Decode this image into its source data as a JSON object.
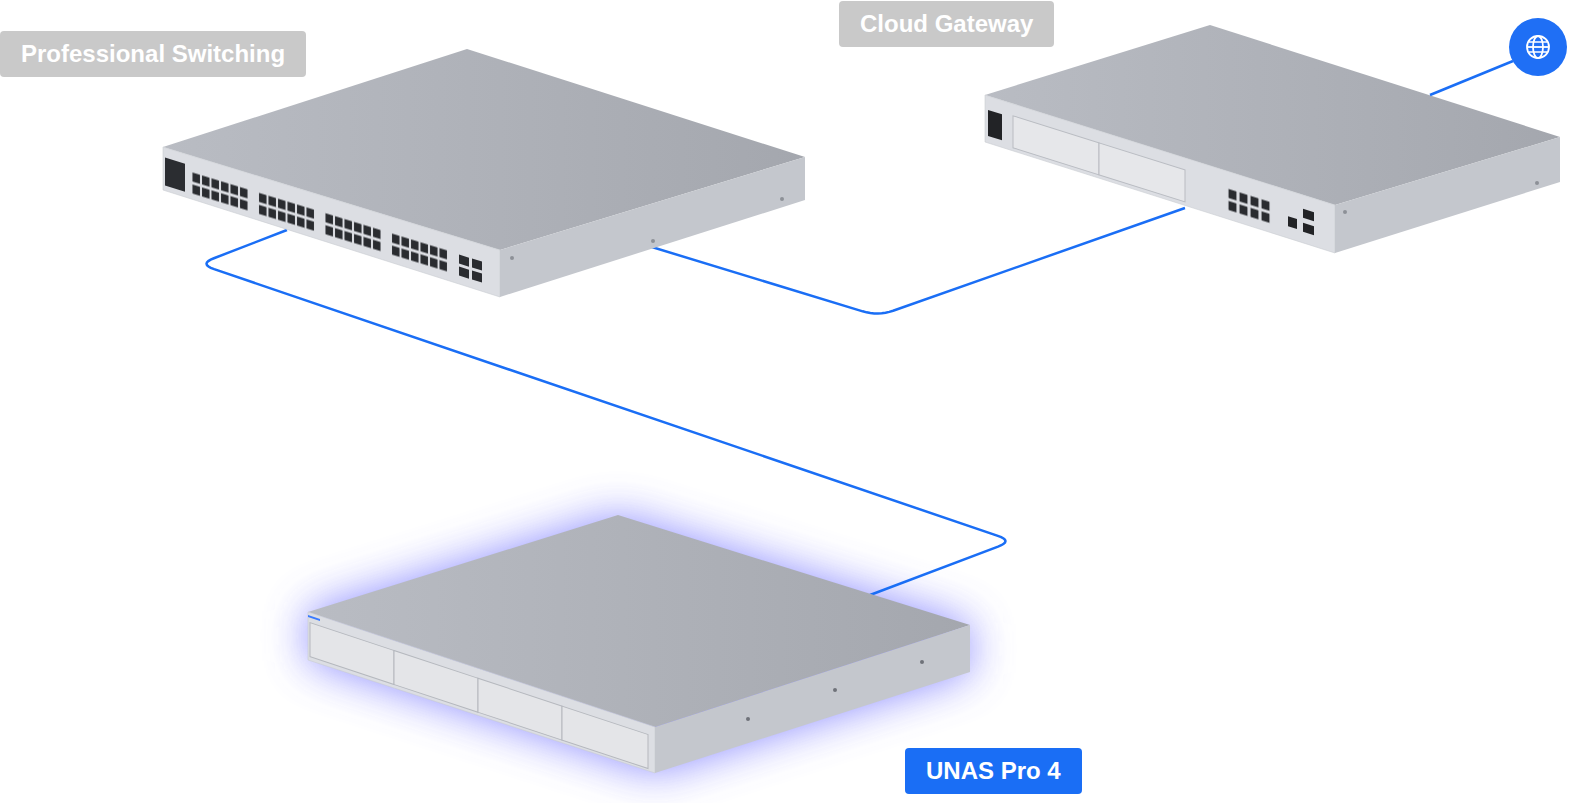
{
  "diagram": {
    "nodes": [
      {
        "text": [
          "Professional Switching"
        ]
      },
      {
        "text": [
          "Cloud Gateway"
        ]
      },
      {
        "text": [
          "UNAS Pro 4"
        ]
      }
    ],
    "edges": [
      {
        "from": 1,
        "to": 0,
        "arrow": "none"
      },
      {
        "from": 0,
        "to": 2,
        "arrow": "none"
      }
    ]
  }
}
